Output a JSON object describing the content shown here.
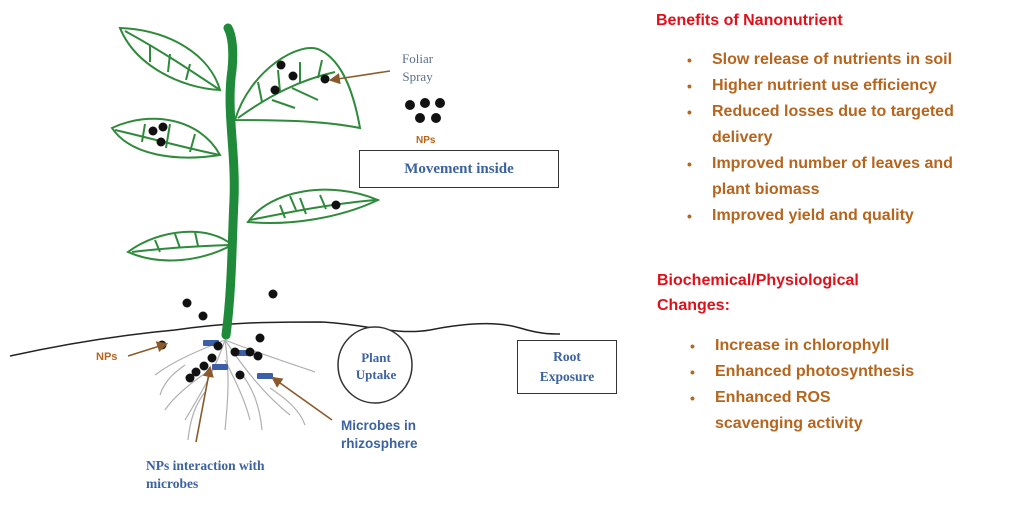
{
  "diagram": {
    "foliar_spray": "Foliar\nSpray",
    "nps_top": "NPs",
    "movement_inside": "Movement inside",
    "nps_left": "NPs",
    "plant_uptake": "Plant\nUptake",
    "root_exposure": "Root\nExposure",
    "microbes_rhizosphere": "Microbes in\nrhizosphere",
    "nps_interaction": "NPs interaction with\nmicrobes"
  },
  "benefits": {
    "heading": "Benefits of Nanonutrient",
    "items": [
      "Slow release of nutrients in soil",
      "Higher nutrient use efficiency",
      "Reduced losses due to targeted\ndelivery",
      "Improved number of leaves and\nplant biomass",
      "Improved yield and quality"
    ]
  },
  "changes": {
    "heading": "Biochemical/Physiological\nChanges:",
    "items": [
      "Increase in chlorophyll",
      "Enhanced photosynthesis",
      "Enhanced ROS\nscavenging activity"
    ]
  },
  "colors": {
    "stem": "#1f8a3a",
    "leaf_outline": "#2f8a3c",
    "heading_red": "#e0101a",
    "list_brown": "#b5651d",
    "label_blue": "#3c62a0",
    "microbe_blue": "#3d5fa8",
    "arrow_brown": "#8b5a2b"
  }
}
